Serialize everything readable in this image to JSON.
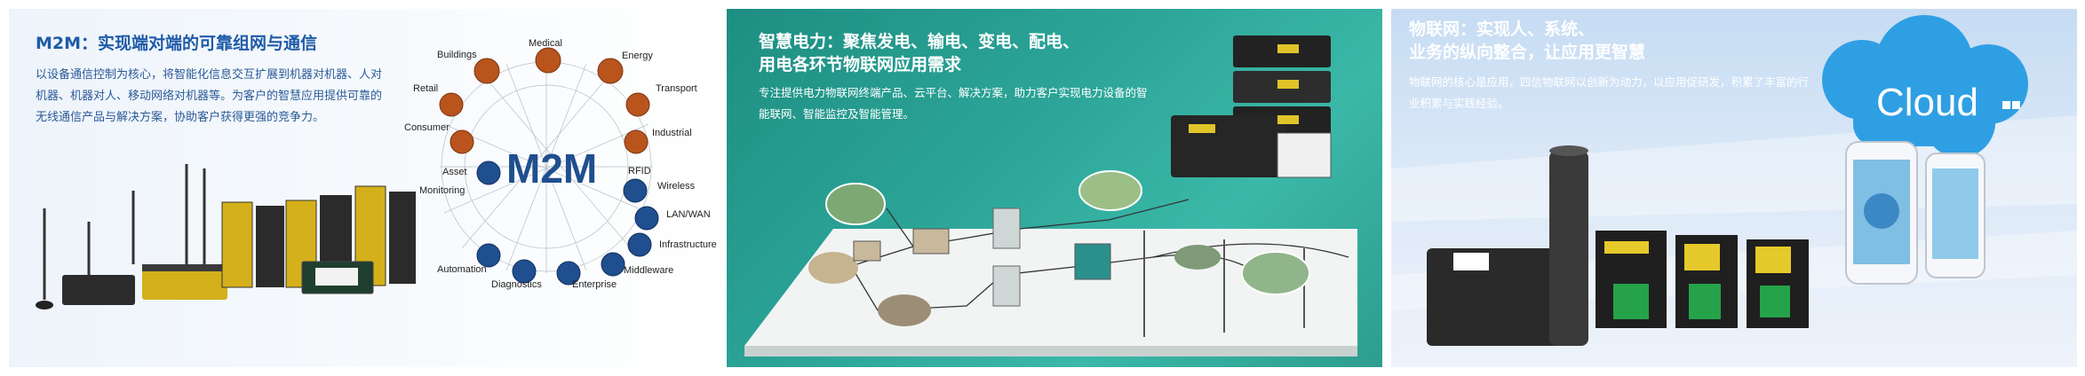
{
  "panels": {
    "m2m": {
      "title": "M2M：实现端对端的可靠组网与通信",
      "body": "以设备通信控制为核心，将智能化信息交互扩展到机器对机器、人对机器、机器对人、移动网络对机器等。为客户的智慧应用提供可靠的无线通信产品与解决方案，协助客户获得更强的竞争力。",
      "logo": "M2M",
      "ring_labels": [
        "Buildings",
        "Medical",
        "Energy",
        "Transport",
        "Retail",
        "Industrial",
        "Consumer",
        "Asset",
        "Monitoring",
        "RFID",
        "Wireless",
        "LAN/WAN",
        "Infrastructure",
        "Middleware",
        "Enterprise",
        "Diagnostics",
        "Automation"
      ]
    },
    "power": {
      "title_line1": "智慧电力：聚焦发电、输电、变电、配电、",
      "title_line2": "用电各环节物联网应用需求",
      "body": "专注提供电力物联网终端产品、云平台、解决方案，助力客户实现电力设备的智能联网、智能监控及智能管理。"
    },
    "iot": {
      "title_line1": "物联网：实现人、系统、",
      "title_line2": "业务的纵向整合，让应用更智慧",
      "body": "物联网的核心是应用，四信物联网以创新为动力，以应用促研发，积累了丰富的行业积累与实践经验。",
      "cloud_text": "Cloud"
    }
  },
  "colors": {
    "m2m_title": "#1f5ba8",
    "power_bg": "#2ba497",
    "iot_bg": "#c6dcf3",
    "orange_node": "#b9541d",
    "blue_node": "#1f4f8f"
  }
}
